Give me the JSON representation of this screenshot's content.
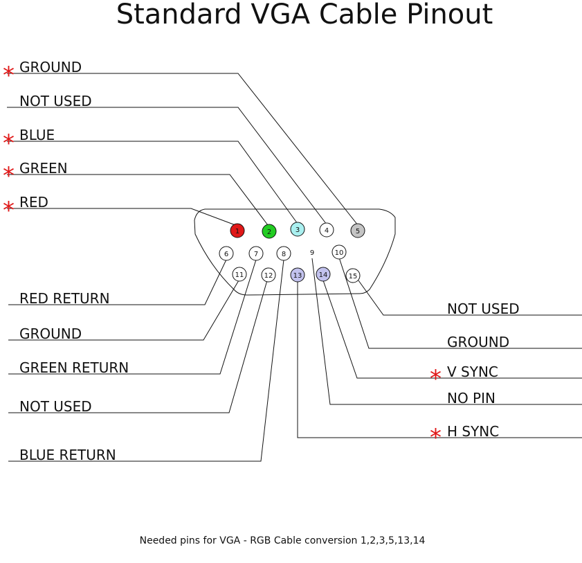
{
  "title": "Standard VGA Cable Pinout",
  "footnote": "Needed pins for VGA - RGB Cable conversion 1,2,3,5,13,14",
  "required_marker": "*",
  "colors": {
    "required_marker": "#e01818",
    "pin_red": "#e01818",
    "pin_green": "#22cc22",
    "pin_cyan": "#aaf0f0",
    "pin_gray": "#c4c4c4",
    "pin_lavender": "#c2c2ee",
    "pin_white": "#ffffff"
  },
  "pins": [
    {
      "number": "1"
    },
    {
      "number": "2"
    },
    {
      "number": "3"
    },
    {
      "number": "4"
    },
    {
      "number": "5"
    },
    {
      "number": "6"
    },
    {
      "number": "7"
    },
    {
      "number": "8"
    },
    {
      "number": "9"
    },
    {
      "number": "10"
    },
    {
      "number": "11"
    },
    {
      "number": "12"
    },
    {
      "number": "13"
    },
    {
      "number": "14"
    },
    {
      "number": "15"
    }
  ],
  "labels": {
    "pin5": {
      "text": "GROUND",
      "required": true
    },
    "pin4": {
      "text": "NOT USED",
      "required": false
    },
    "pin3": {
      "text": "BLUE",
      "required": true
    },
    "pin2": {
      "text": "GREEN",
      "required": true
    },
    "pin1": {
      "text": "RED",
      "required": true
    },
    "pin6": {
      "text": "RED RETURN",
      "required": false
    },
    "pin11": {
      "text": "GROUND",
      "required": false
    },
    "pin7": {
      "text": "GREEN RETURN",
      "required": false
    },
    "pin12": {
      "text": "NOT USED",
      "required": false
    },
    "pin8": {
      "text": "BLUE RETURN",
      "required": false
    },
    "pin15": {
      "text": "NOT USED",
      "required": false
    },
    "pin10": {
      "text": "GROUND",
      "required": false
    },
    "pin14": {
      "text": "V SYNC",
      "required": true
    },
    "pin9": {
      "text": "NO PIN",
      "required": false
    },
    "pin13": {
      "text": "H SYNC",
      "required": true
    }
  }
}
